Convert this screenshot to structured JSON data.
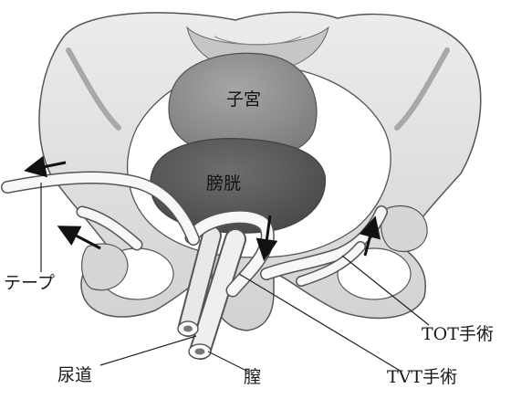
{
  "organs": {
    "uterus": "子宮",
    "bladder": "膀胱"
  },
  "labels": {
    "tape": "テープ",
    "tot": "TOT手術",
    "urethra": "尿道",
    "vagina": "膣",
    "tvt": "TVT手術"
  },
  "colors": {
    "bone_fill": "#e4e4e4",
    "bone_shadow": "#b9b9b9",
    "outline": "#555555",
    "uterus": "#8e8e8e",
    "bladder": "#5a5a5a",
    "tape": "#f4f4f4",
    "arrow": "#111111",
    "leader": "#222222"
  },
  "icons": [
    "arrow-left-icon",
    "arrow-down-icon",
    "arrow-up-icon"
  ]
}
